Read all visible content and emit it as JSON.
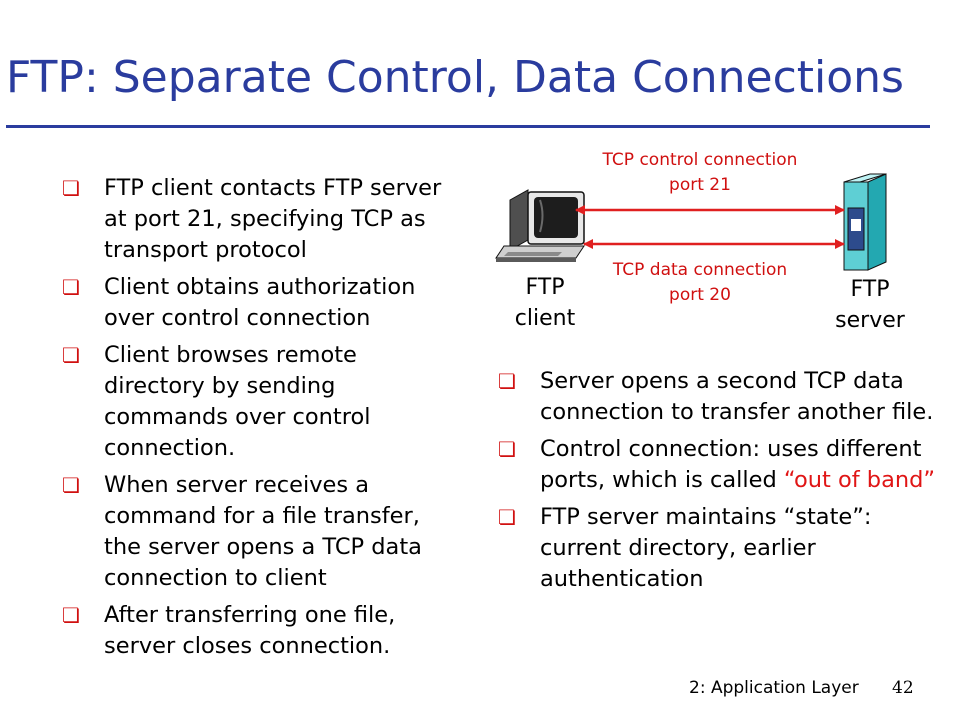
{
  "slide": {
    "title": "FTP: Separate Control, Data Connections",
    "footer": {
      "section": "2: Application Layer",
      "page": "42"
    }
  },
  "left_bullets": [
    {
      "text": "FTP client contacts FTP server at port 21, specifying TCP as transport protocol"
    },
    {
      "text": "Client obtains authorization over control connection"
    },
    {
      "text": "Client browses remote directory by sending commands over control connection."
    },
    {
      "text": "When server receives a command for a file transfer, the server opens a TCP data connection to client"
    },
    {
      "text": "After transferring one file, server closes connection."
    }
  ],
  "right_bullets": [
    {
      "text": "Server opens a second TCP data connection to transfer another file."
    },
    {
      "text_before": "Control connection: uses different ports, which is called ",
      "highlight": "“out of band”"
    },
    {
      "text": "FTP server maintains “state”: current directory, earlier authentication"
    }
  ],
  "diagram": {
    "control_label_line1": "TCP control connection",
    "control_label_line2": "port 21",
    "data_label_line1": "TCP data connection",
    "data_label_line2": "port 20",
    "client_label_line1": "FTP",
    "client_label_line2": "client",
    "server_label_line1": "FTP",
    "server_label_line2": "server",
    "icons": [
      "computer-icon",
      "server-icon"
    ],
    "arrow_color": "#e02020"
  },
  "colors": {
    "title": "#2a3c9e",
    "bullet": "#d01010",
    "highlight": "#e01515"
  }
}
